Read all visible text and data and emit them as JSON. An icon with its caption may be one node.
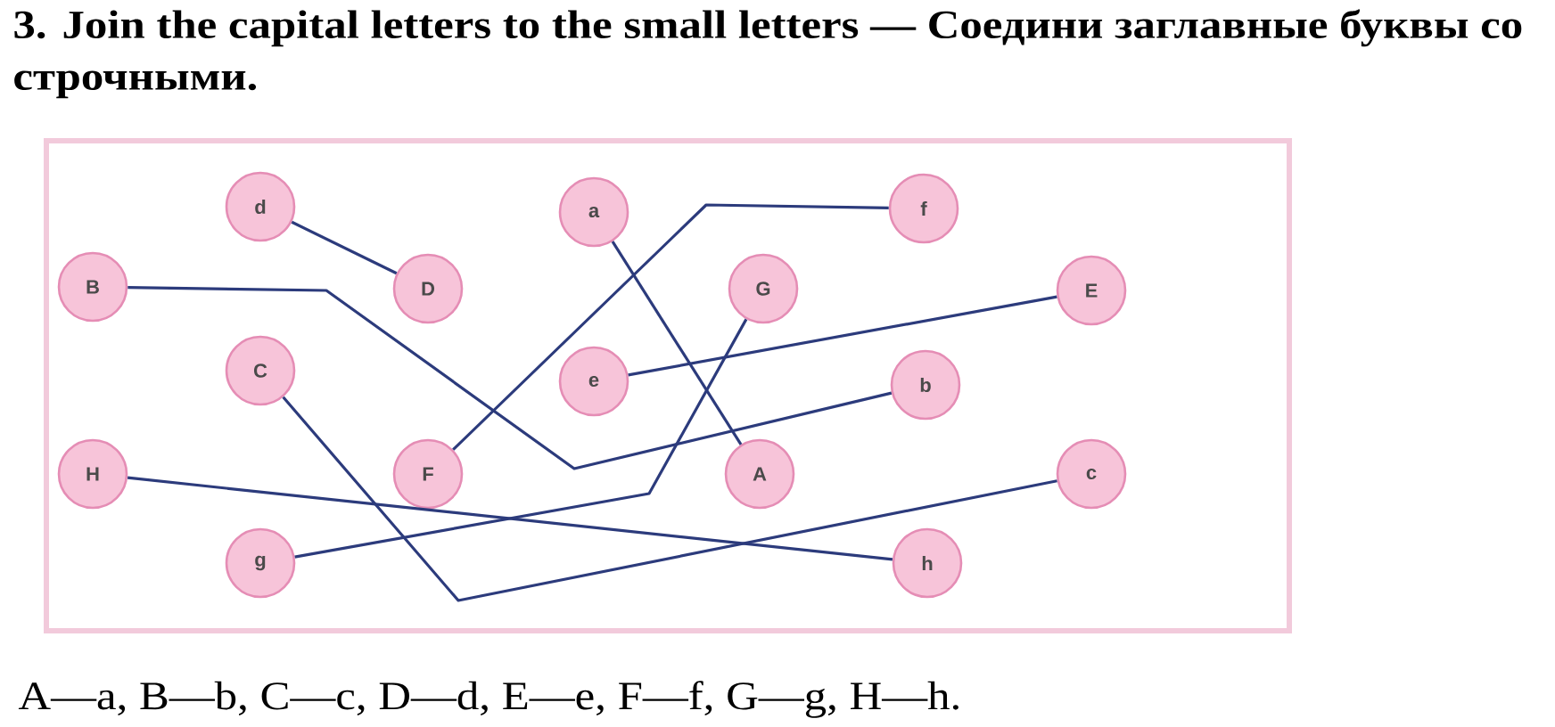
{
  "diagram": {
    "title": "3. Join the capital letters to the small letters — Соедини заглавные буквы со строчными.",
    "nodes": [
      {
        "text": [
          "d"
        ]
      },
      {
        "text": [
          "a"
        ]
      },
      {
        "text": [
          "f"
        ]
      },
      {
        "text": [
          "B"
        ]
      },
      {
        "text": [
          "D"
        ]
      },
      {
        "text": [
          "G"
        ]
      },
      {
        "text": [
          "E"
        ]
      },
      {
        "text": [
          "C"
        ]
      },
      {
        "text": [
          "e"
        ]
      },
      {
        "text": [
          "b"
        ]
      },
      {
        "text": [
          "H"
        ]
      },
      {
        "text": [
          "F"
        ]
      },
      {
        "text": [
          "A"
        ]
      },
      {
        "text": [
          "c"
        ]
      },
      {
        "text": [
          "g"
        ]
      },
      {
        "text": [
          "h"
        ]
      }
    ],
    "edges": [
      {
        "from": 12,
        "to": 1,
        "arrow": "none"
      },
      {
        "from": 3,
        "to": 9,
        "arrow": "none"
      },
      {
        "from": 7,
        "to": 13,
        "arrow": "none"
      },
      {
        "from": 4,
        "to": 0,
        "arrow": "none"
      },
      {
        "from": 6,
        "to": 8,
        "arrow": "none"
      },
      {
        "from": 11,
        "to": 2,
        "arrow": "none"
      },
      {
        "from": 5,
        "to": 14,
        "arrow": "none"
      },
      {
        "from": 10,
        "to": 15,
        "arrow": "none"
      }
    ],
    "caption": "A—a, B—b, C—c, D—d, E—e, F—f, G—g, H—h."
  }
}
